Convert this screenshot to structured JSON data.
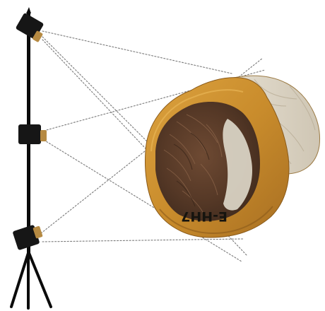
{
  "figure": {
    "background": "#ffffff",
    "rig": {
      "stand_color": "#0b0b0b",
      "camera_body_color": "#161616",
      "lens_color": "#b68a42",
      "ray_color": "#7a7a7a",
      "cameras": [
        "top-camera",
        "middle-camera",
        "bottom-camera"
      ]
    },
    "specimen": {
      "label": "E-HH7",
      "crust_color": "#c9922f",
      "face_color": "#5e3f2c",
      "bone_color": "#e5e0d3"
    }
  }
}
